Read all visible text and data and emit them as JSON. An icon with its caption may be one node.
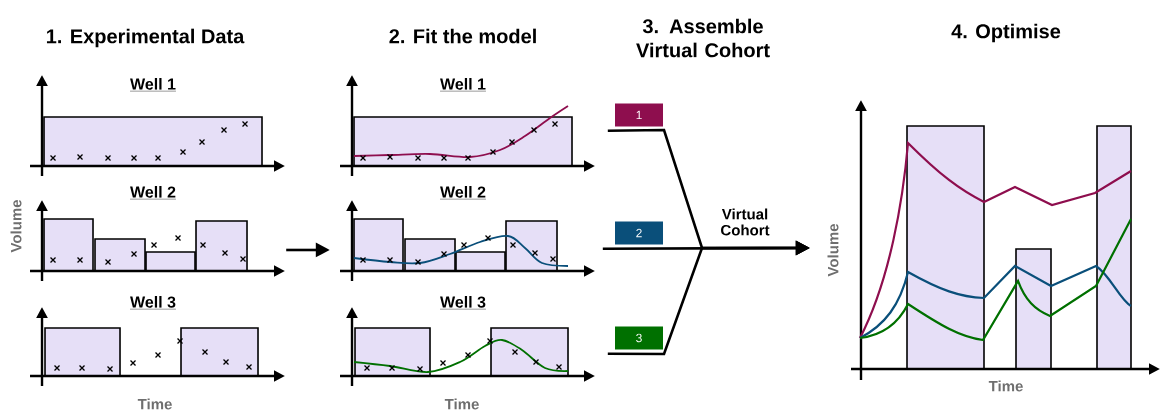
{
  "diagram": {
    "nodes": [
      {
        "text": [
          "Well 1"
        ]
      },
      {
        "text": [
          "Well 2"
        ]
      },
      {
        "text": [
          "Well 3"
        ]
      },
      {
        "text": [
          "Well 1"
        ]
      },
      {
        "text": [
          "Well 2"
        ]
      },
      {
        "text": [
          "Well 3"
        ]
      },
      {
        "text": [
          "1"
        ]
      },
      {
        "text": [
          "2"
        ]
      },
      {
        "text": [
          "3"
        ]
      },
      {
        "text": [],
        "shape": "picture"
      }
    ],
    "edges": [
      {
        "from": 1,
        "to": 4,
        "arrow": "to"
      },
      {
        "from": 6,
        "to": 9,
        "arrow": "to"
      },
      {
        "from": 7,
        "to": 9,
        "arrow": "to",
        "label": "Virtual Cohort"
      },
      {
        "from": 8,
        "to": 9,
        "arrow": "to"
      }
    ],
    "labels": [
      "1. Experimental Data",
      "2. Fit the model",
      "3. Assemble Virtual Cohort",
      "4. Optimise",
      "Volume",
      "Time",
      "Time",
      "Volume",
      "Time"
    ]
  }
}
